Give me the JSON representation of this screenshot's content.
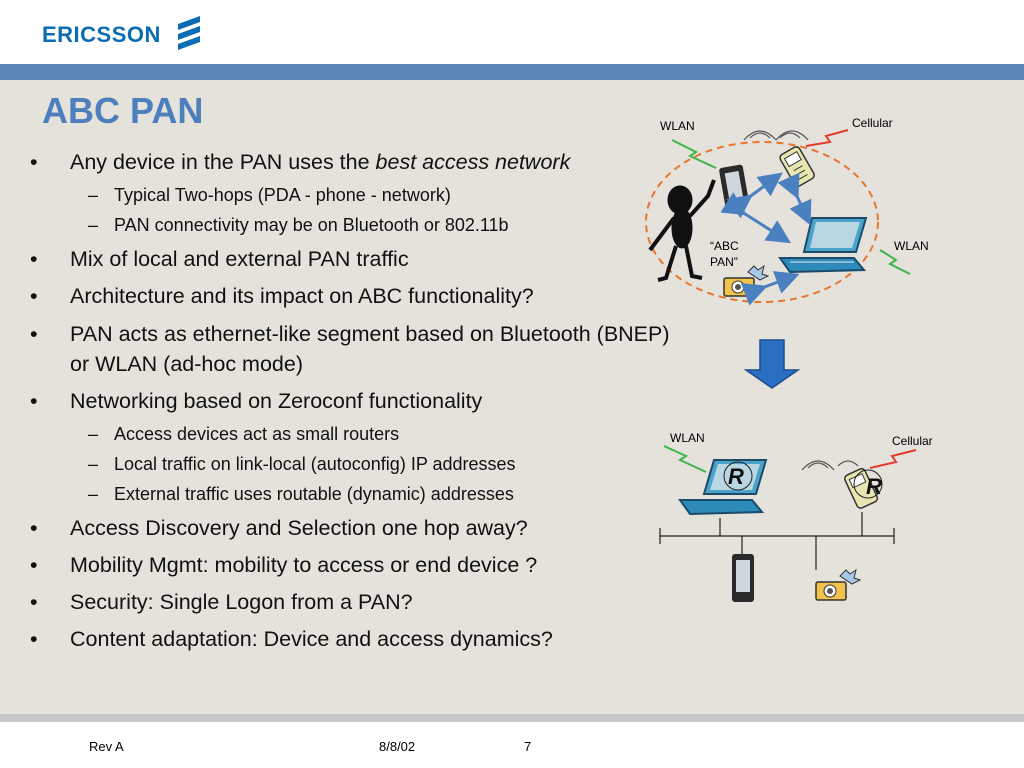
{
  "logo": {
    "text": "ERICSSON"
  },
  "title": "ABC PAN",
  "bullets": [
    {
      "level": 1,
      "marker": "•",
      "text": "Any device in the PAN uses the ",
      "em": "best access network"
    },
    {
      "level": 2,
      "marker": "–",
      "text": "Typical Two-hops (PDA - phone - network)"
    },
    {
      "level": 2,
      "marker": "–",
      "text": "PAN connectivity may be on Bluetooth or 802.11b"
    },
    {
      "level": 1,
      "marker": "•",
      "text": "Mix of local and external PAN traffic"
    },
    {
      "level": 1,
      "marker": "•",
      "text": "Architecture and its impact on ABC functionality?"
    },
    {
      "level": 1,
      "marker": "•",
      "text": "PAN acts as ethernet-like segment based on Bluetooth (BNEP) or WLAN (ad-hoc mode)"
    },
    {
      "level": 1,
      "marker": "•",
      "text": "Networking based on Zeroconf functionality"
    },
    {
      "level": 2,
      "marker": "–",
      "text": "Access devices act as small routers"
    },
    {
      "level": 2,
      "marker": "–",
      "text": "Local traffic on link-local (autoconfig) IP addresses"
    },
    {
      "level": 2,
      "marker": "–",
      "text": "External traffic uses routable (dynamic) addresses"
    },
    {
      "level": 1,
      "marker": "•",
      "text": "Access Discovery and Selection one hop away?"
    },
    {
      "level": 1,
      "marker": "•",
      "text": "Mobility Mgmt: mobility to access or end device ?"
    },
    {
      "level": 1,
      "marker": "•",
      "text": "Security: Single Logon from a PAN?"
    },
    {
      "level": 1,
      "marker": "•",
      "text": "Content adaptation: Device and access dynamics?"
    }
  ],
  "diagram": {
    "top": {
      "wlan_left": "WLAN",
      "cellular": "Cellular",
      "wlan_right": "WLAN",
      "pan_line1": "“ABC",
      "pan_line2": "PAN”"
    },
    "bottom": {
      "wlan": "WLAN",
      "cellular": "Cellular",
      "router1": "R",
      "router2": "R"
    }
  },
  "footer": {
    "rev": "Rev A",
    "date": "8/8/02",
    "page": "7"
  },
  "colors": {
    "title": "#4d7fbd",
    "bar": "#5b87b8",
    "background": "#e4e2db",
    "logo": "#0a6db3",
    "dashed_circle": "#e8762d"
  }
}
